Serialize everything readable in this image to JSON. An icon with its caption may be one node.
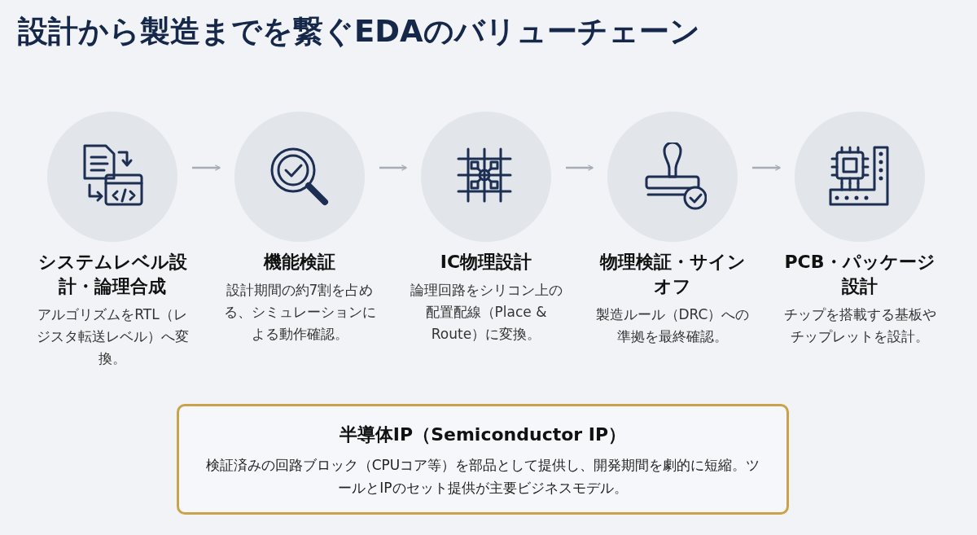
{
  "diagram": {
    "title": "設計から製造までを繋ぐEDAのバリューチェーン",
    "nodes": [
      {
        "text": [
          "システムレベル設計・論理合成",
          "アルゴリズムをRTL（レジスタ転送レベル）へ変換。"
        ]
      },
      {
        "text": [
          "機能検証",
          "設計期間の約7割を占める、シミュレーションによる動作確認。"
        ]
      },
      {
        "text": [
          "IC物理設計",
          "論理回路をシリコン上の配置配線（Place & Route）に変換。"
        ]
      },
      {
        "text": [
          "物理検証・サインオフ",
          "製造ルール（DRC）への準拠を最終確認。"
        ]
      },
      {
        "text": [
          "PCB・パッケージ設計",
          "チップを搭載する基板やチップレットを設計。"
        ]
      },
      {
        "text": [
          "半導体IP（Semiconductor IP）",
          "検証済みの回路ブロック（CPUコア等）を部品として提供し、開発期間を劇的に短縮。ツールとIPのセット提供が主要ビジネスモデル。"
        ]
      }
    ],
    "edges": [
      {
        "from": 0,
        "to": 1,
        "arrow": "to"
      },
      {
        "from": 1,
        "to": 2,
        "arrow": "to"
      },
      {
        "from": 2,
        "to": 3,
        "arrow": "to"
      },
      {
        "from": 3,
        "to": 4,
        "arrow": "to"
      }
    ]
  }
}
